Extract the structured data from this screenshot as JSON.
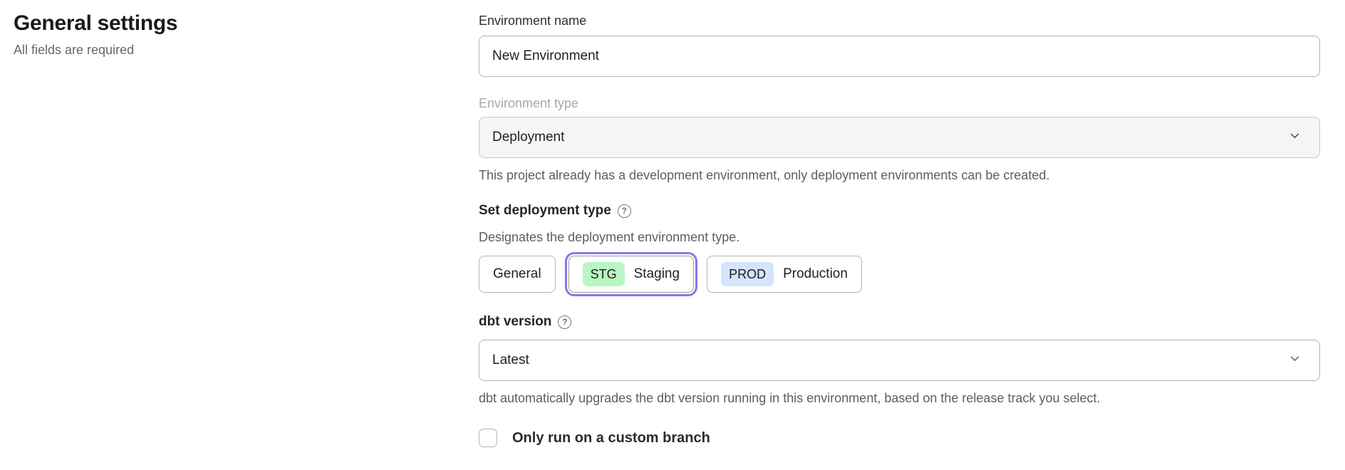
{
  "page": {
    "title": "General settings",
    "subtitle": "All fields are required"
  },
  "form": {
    "environment_name": {
      "label": "Environment name",
      "value": "New Environment"
    },
    "environment_type": {
      "label": "Environment type",
      "value": "Deployment",
      "state": "disabled",
      "helper": "This project already has a development environment, only deployment environments can be created."
    },
    "deployment_type": {
      "label": "Set deployment type",
      "description": "Designates the deployment environment type.",
      "options": [
        {
          "label": "General",
          "selected": false
        },
        {
          "badge": "STG",
          "label": "Staging",
          "selected": true,
          "badge_color": "#b9f6c2"
        },
        {
          "badge": "PROD",
          "label": "Production",
          "selected": false,
          "badge_color": "#d4e4fd"
        }
      ]
    },
    "dbt_version": {
      "label": "dbt version",
      "value": "Latest",
      "helper": "dbt automatically upgrades the dbt version running in this environment, based on the release track you select."
    },
    "custom_branch": {
      "label": "Only run on a custom branch",
      "checked": false
    }
  },
  "icons": {
    "help_glyph": "?"
  },
  "colors": {
    "selected_ring": "#8977e8",
    "staging_badge": "#b9f6c2",
    "production_badge": "#d4e4fd",
    "disabled_field_bg": "#f5f5f5"
  }
}
